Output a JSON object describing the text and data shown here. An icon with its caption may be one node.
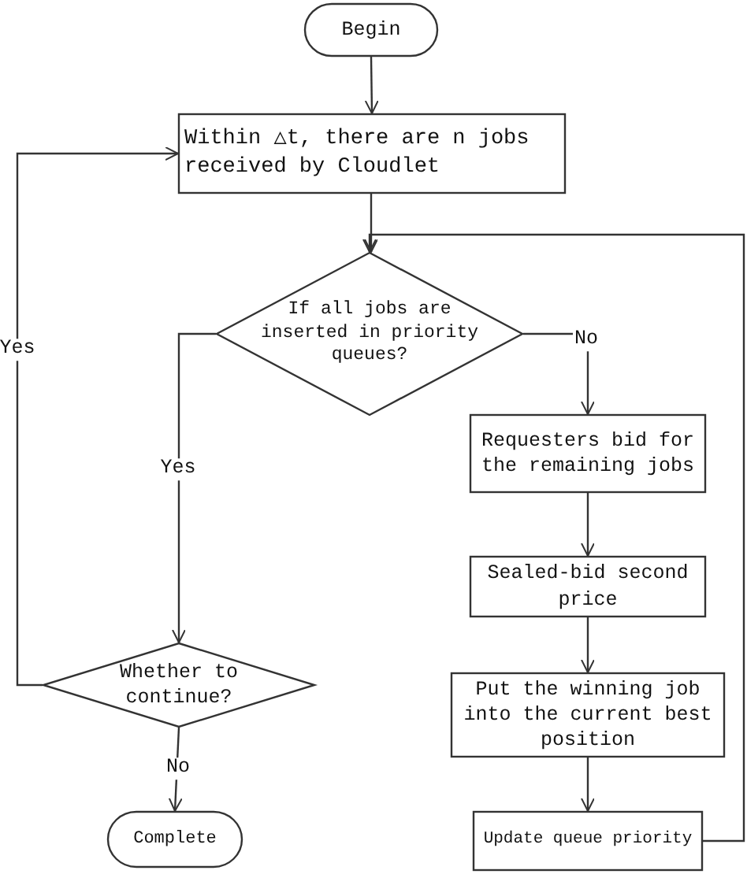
{
  "diagram": {
    "nodes": [
      {
        "text": [
          "Begin"
        ]
      },
      {
        "text": [
          "Within △t, there are n jobs received by Cloudlet"
        ]
      },
      {
        "text": [
          "If all jobs are inserted in priority queues?"
        ]
      },
      {
        "text": [
          "Requesters bid for the remaining jobs"
        ]
      },
      {
        "text": [
          "Sealed-bid second price"
        ]
      },
      {
        "text": [
          "Put the winning job into the current best position"
        ]
      },
      {
        "text": [
          "Whether to continue?"
        ]
      },
      {
        "text": [
          "Complete"
        ]
      },
      {
        "text": [
          "Update queue priority"
        ]
      }
    ],
    "edges": [
      {
        "from": 0,
        "to": 1,
        "arrow": "to"
      },
      {
        "from": 1,
        "to": 2,
        "arrow": "to"
      },
      {
        "from": 2,
        "to": 3,
        "arrow": "to",
        "label": "No"
      },
      {
        "from": 2,
        "to": 6,
        "arrow": "to",
        "label": "Yes"
      },
      {
        "from": 3,
        "to": 4,
        "arrow": "to"
      },
      {
        "from": 4,
        "to": 5,
        "arrow": "to"
      },
      {
        "from": 5,
        "to": 8,
        "arrow": "to"
      },
      {
        "from": 8,
        "to": 2,
        "arrow": "to"
      },
      {
        "from": 6,
        "to": 1,
        "arrow": "to",
        "label": "Yes"
      },
      {
        "from": 6,
        "to": 7,
        "arrow": "to",
        "label": "No"
      }
    ]
  }
}
